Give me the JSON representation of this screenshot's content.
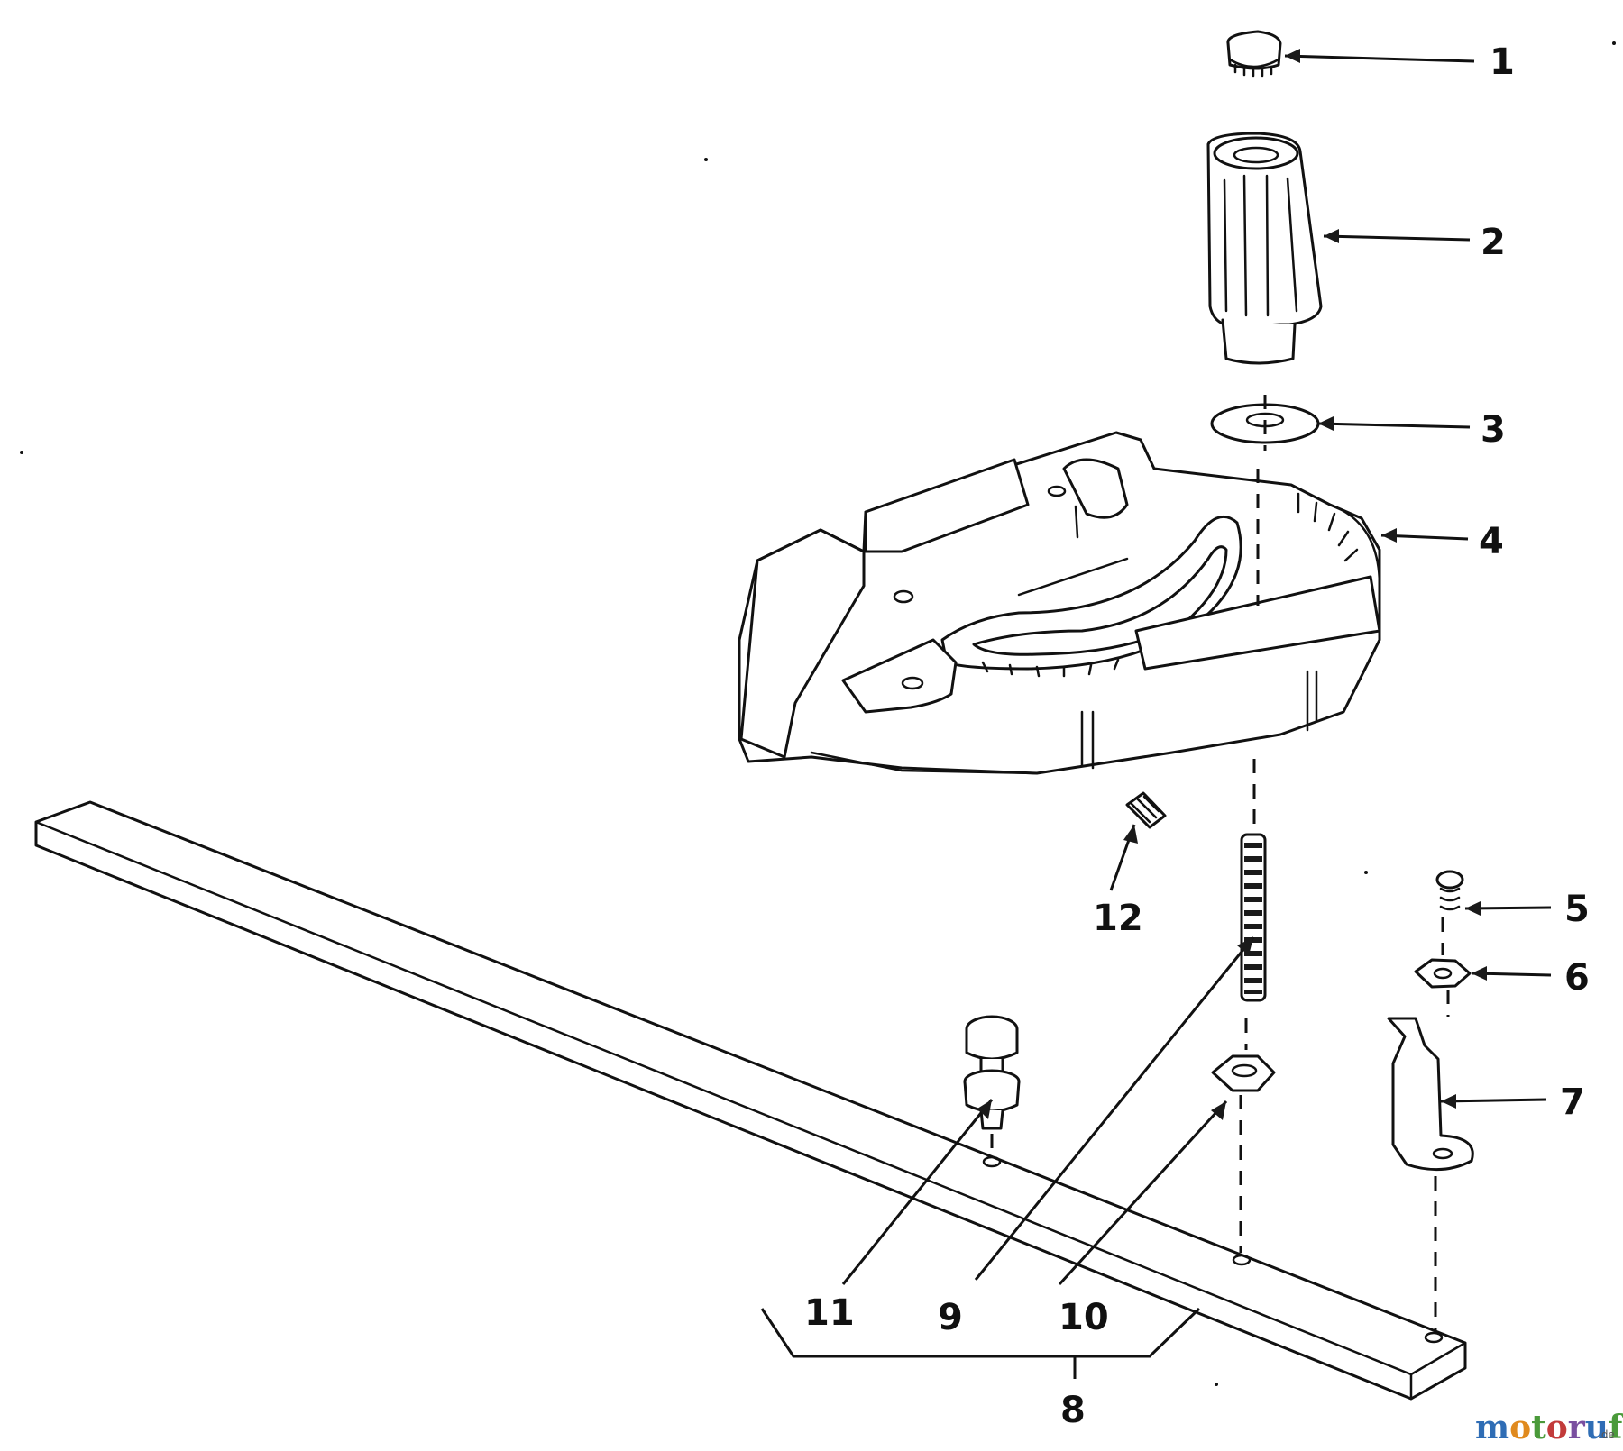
{
  "callouts": {
    "p1": "1",
    "p2": "2",
    "p3": "3",
    "p4": "4",
    "p5": "5",
    "p6": "6",
    "p7": "7",
    "p8": "8",
    "p9": "9",
    "p10": "10",
    "p11": "11",
    "p12": "12"
  },
  "watermark": {
    "m1": "m",
    "o1": "o",
    "t": "t",
    "o2": "o",
    "r": "r",
    "u": "u",
    "f": "f",
    "tld": ".de",
    "colors": [
      "#2f6db5",
      "#e08a1e",
      "#4a9a3a",
      "#c23b3b",
      "#7a4fa0",
      "#2f6db5",
      "#4a9a3a"
    ]
  }
}
